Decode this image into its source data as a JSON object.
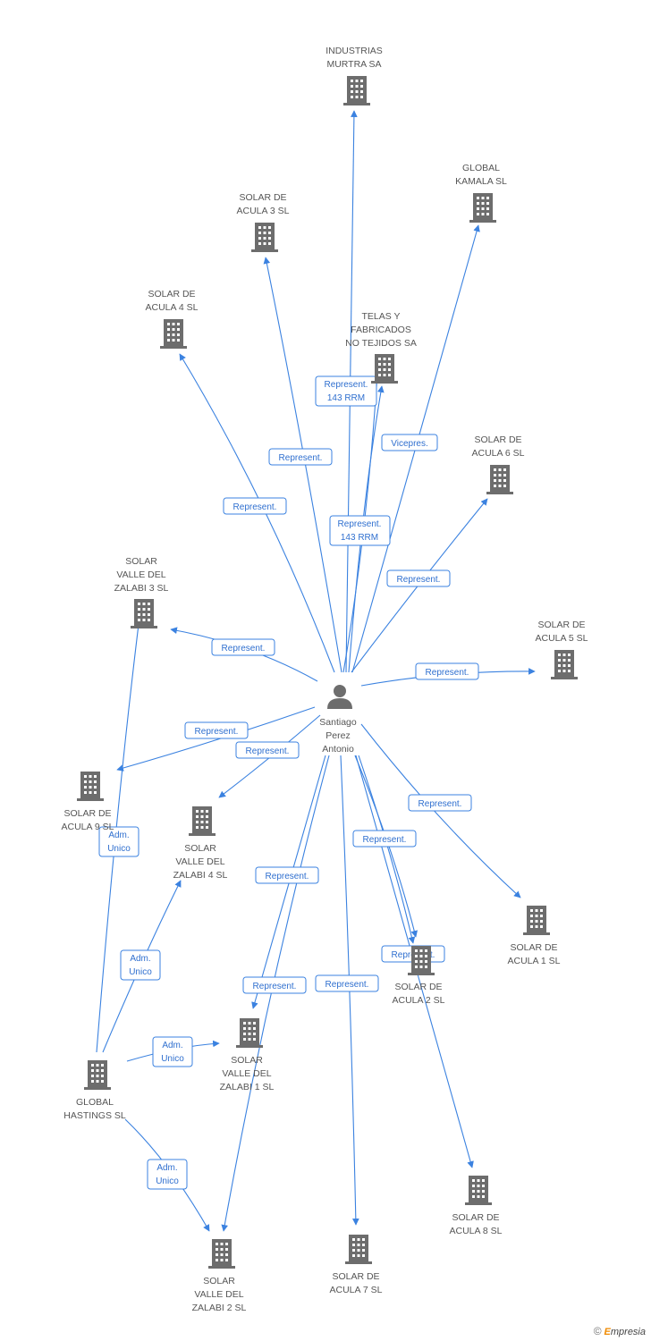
{
  "center": {
    "name_lines": [
      "Santiago",
      "Perez",
      "Antonio"
    ],
    "icon": "person-icon"
  },
  "companies": {
    "industrias_murtra": [
      "INDUSTRIAS",
      "MURTRA SA"
    ],
    "global_kamala": [
      "GLOBAL",
      "KAMALA SL"
    ],
    "solar_acula_3": [
      "SOLAR DE",
      "ACULA 3 SL"
    ],
    "solar_acula_4": [
      "SOLAR DE",
      "ACULA 4 SL"
    ],
    "telas_fabricados": [
      "TELAS Y",
      "FABRICADOS",
      "NO TEJIDOS SA"
    ],
    "solar_acula_6": [
      "SOLAR DE",
      "ACULA 6 SL"
    ],
    "solar_valle_zalabi_3": [
      "SOLAR",
      "VALLE DEL",
      "ZALABI 3 SL"
    ],
    "solar_acula_5": [
      "SOLAR DE",
      "ACULA 5 SL"
    ],
    "solar_acula_9": [
      "SOLAR DE",
      "ACULA 9 SL"
    ],
    "solar_valle_zalabi_4": [
      "SOLAR",
      "VALLE DEL",
      "ZALABI 4 SL"
    ],
    "solar_acula_1": [
      "SOLAR DE",
      "ACULA 1 SL"
    ],
    "solar_acula_2": [
      "SOLAR DE",
      "ACULA 2 SL"
    ],
    "solar_valle_zalabi_1": [
      "SOLAR",
      "VALLE DEL",
      "ZALABI 1 SL"
    ],
    "global_hastings": [
      "GLOBAL",
      "HASTINGS SL"
    ],
    "solar_acula_8": [
      "SOLAR DE",
      "ACULA 8 SL"
    ],
    "solar_acula_7": [
      "SOLAR DE",
      "ACULA 7 SL"
    ],
    "solar_valle_zalabi_2": [
      "SOLAR",
      "VALLE DEL",
      "ZALABI 2 SL"
    ]
  },
  "relations": {
    "represent": "Represent.",
    "represent_143": [
      "Represent.",
      "143 RRM"
    ],
    "vicepres": "Vicepres.",
    "adm_unico": [
      "Adm.",
      "Unico"
    ]
  },
  "colors": {
    "edge": "#3b82e0",
    "icon": "#6d6d6d",
    "label": "#555555"
  },
  "footer": {
    "copyright": "©",
    "brand_first": "E",
    "brand_rest": "mpresia"
  }
}
